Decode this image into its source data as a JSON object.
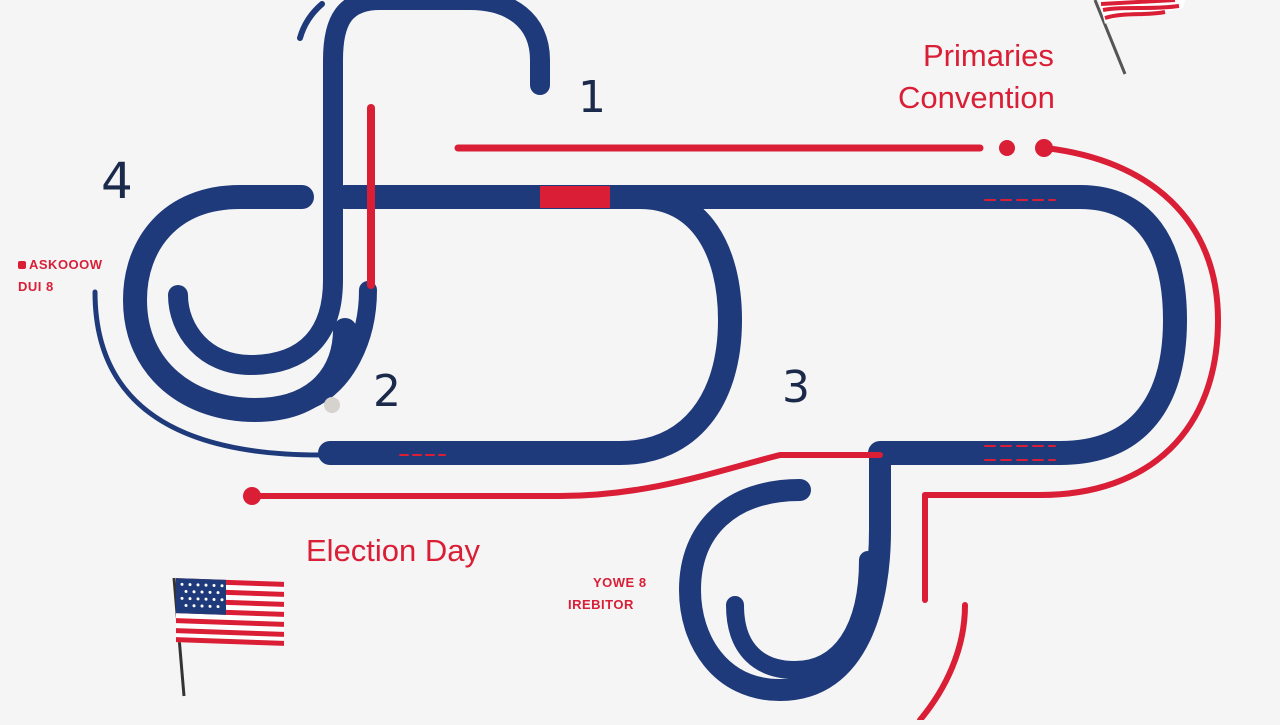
{
  "colors": {
    "navy": "#1f3a7a",
    "red": "#d91e36",
    "background": "#f5f5f6",
    "number_text": "#1b2a4a"
  },
  "step_numbers": {
    "one": "1",
    "two": "2",
    "three": "3",
    "four": "4"
  },
  "stage_labels": {
    "primaries": "Primaries",
    "convention": "Convention",
    "election_day": "Election Day"
  },
  "small_text": {
    "left_line1": "ASKOOOW",
    "left_line2": "DUI 8",
    "right_line1": "YOWE 8",
    "right_line2": "IREBITOR"
  },
  "flags": [
    "us-flag-icon",
    "us-flag-icon"
  ]
}
